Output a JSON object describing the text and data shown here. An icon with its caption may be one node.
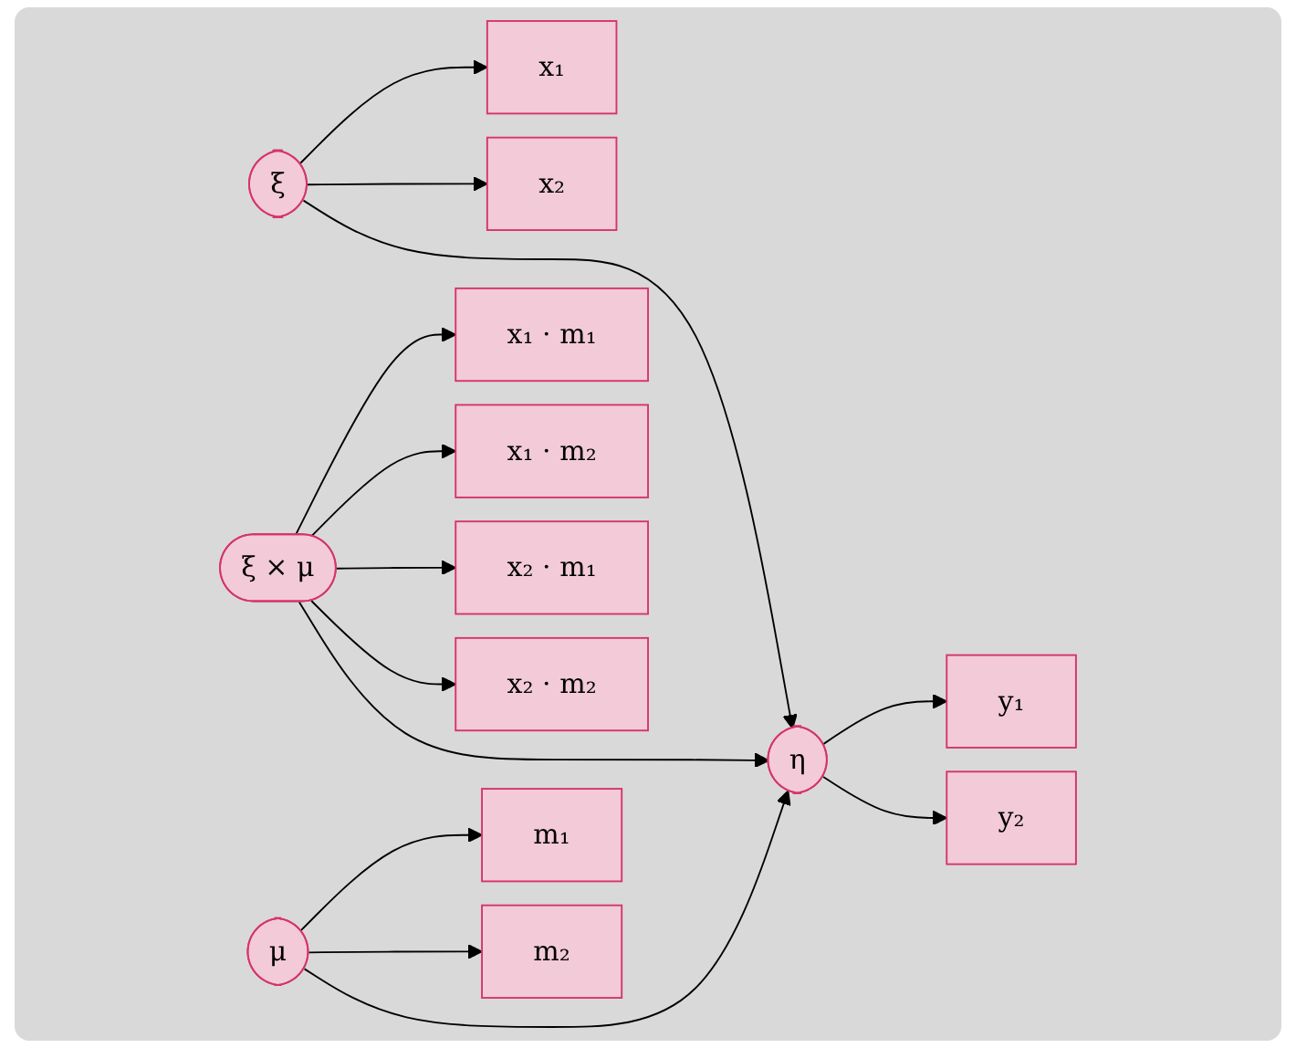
{
  "diagram": {
    "nodes": [
      {
        "text": [
          "x₁"
        ]
      },
      {
        "text": [
          "x₂"
        ]
      },
      {
        "text": [
          "x₁ · m₁"
        ]
      },
      {
        "text": [
          "x₁ · m₂"
        ]
      },
      {
        "text": [
          "x₂ · m₁"
        ]
      },
      {
        "text": [
          "x₂ · m₂"
        ]
      },
      {
        "text": [
          "m₁"
        ]
      },
      {
        "text": [
          "m₂"
        ]
      },
      {
        "text": [
          "ξ"
        ]
      },
      {
        "text": [
          "ξ × μ"
        ]
      },
      {
        "text": [
          "μ"
        ]
      },
      {
        "text": [
          "η"
        ]
      },
      {
        "text": [
          "y₁"
        ]
      },
      {
        "text": [
          "y₂"
        ]
      }
    ],
    "edges": [
      {
        "from": 8,
        "to": 0,
        "arrow": "to"
      },
      {
        "from": 8,
        "to": 1,
        "arrow": "to"
      },
      {
        "from": 9,
        "to": 2,
        "arrow": "to"
      },
      {
        "from": 9,
        "to": 3,
        "arrow": "to"
      },
      {
        "from": 9,
        "to": 4,
        "arrow": "to"
      },
      {
        "from": 9,
        "to": 5,
        "arrow": "to"
      },
      {
        "from": 10,
        "to": 6,
        "arrow": "to"
      },
      {
        "from": 10,
        "to": 7,
        "arrow": "to"
      },
      {
        "from": 8,
        "to": 11,
        "arrow": "to"
      },
      {
        "from": 9,
        "to": 11,
        "arrow": "to"
      },
      {
        "from": 10,
        "to": 11,
        "arrow": "to"
      },
      {
        "from": 11,
        "to": 12,
        "arrow": "to"
      },
      {
        "from": 11,
        "to": 13,
        "arrow": "to"
      }
    ]
  }
}
